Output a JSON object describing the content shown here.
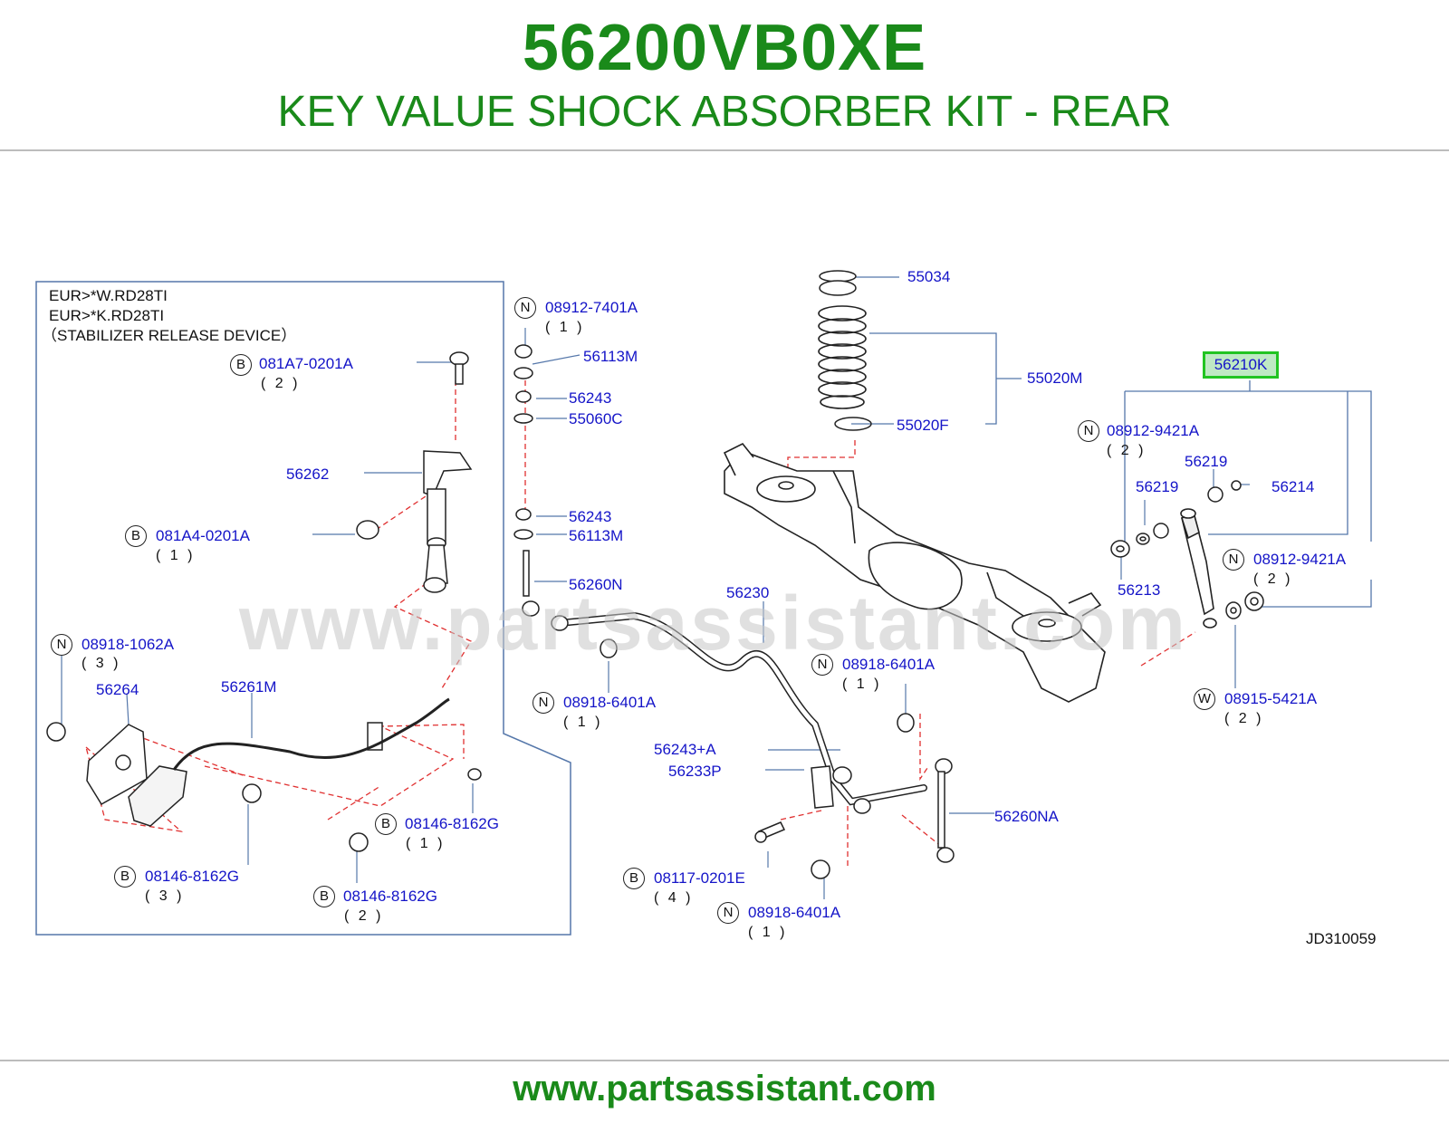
{
  "header": {
    "part_number": "56200VB0XE",
    "description": "KEY VALUE SHOCK ABSORBER KIT - REAR"
  },
  "footer": {
    "url": "www.partsassistant.com"
  },
  "watermark": "www.partsassistant.com",
  "inset": {
    "notes": [
      "EUR>*W.RD28TI",
      "EUR>*K.RD28TI",
      "（STABILIZER  RELEASE  DEVICE）"
    ]
  },
  "diagram_code": "JD310059",
  "highlighted_part": "56210K",
  "callouts": [
    {
      "prefix": "B",
      "part": "081A7-0201A",
      "qty": "( 2 )"
    },
    {
      "prefix": "",
      "part": "56262",
      "qty": ""
    },
    {
      "prefix": "B",
      "part": "081A4-0201A",
      "qty": "( 1 )"
    },
    {
      "prefix": "N",
      "part": "08918-1062A",
      "qty": "( 3 )"
    },
    {
      "prefix": "",
      "part": "56264",
      "qty": ""
    },
    {
      "prefix": "",
      "part": "56261M",
      "qty": ""
    },
    {
      "prefix": "B",
      "part": "08146-8162G",
      "qty": "( 1 )"
    },
    {
      "prefix": "B",
      "part": "08146-8162G",
      "qty": "( 3 )"
    },
    {
      "prefix": "B",
      "part": "08146-8162G",
      "qty": "( 2 )"
    },
    {
      "prefix": "N",
      "part": "08912-7401A",
      "qty": "( 1 )"
    },
    {
      "prefix": "",
      "part": "56113M",
      "qty": ""
    },
    {
      "prefix": "",
      "part": "56243",
      "qty": ""
    },
    {
      "prefix": "",
      "part": "55060C",
      "qty": ""
    },
    {
      "prefix": "",
      "part": "56243",
      "qty": ""
    },
    {
      "prefix": "",
      "part": "56113M",
      "qty": ""
    },
    {
      "prefix": "",
      "part": "56260N",
      "qty": ""
    },
    {
      "prefix": "",
      "part": "56230",
      "qty": ""
    },
    {
      "prefix": "N",
      "part": "08918-6401A",
      "qty": "( 1 )"
    },
    {
      "prefix": "N",
      "part": "08918-6401A",
      "qty": "( 1 )"
    },
    {
      "prefix": "",
      "part": "56243+A",
      "qty": ""
    },
    {
      "prefix": "",
      "part": "56233P",
      "qty": ""
    },
    {
      "prefix": "",
      "part": "56260NA",
      "qty": ""
    },
    {
      "prefix": "B",
      "part": "08117-0201E",
      "qty": "( 4 )"
    },
    {
      "prefix": "N",
      "part": "08918-6401A",
      "qty": "( 1 )"
    },
    {
      "prefix": "",
      "part": "55034",
      "qty": ""
    },
    {
      "prefix": "",
      "part": "55020M",
      "qty": ""
    },
    {
      "prefix": "",
      "part": "55020F",
      "qty": ""
    },
    {
      "prefix": "N",
      "part": "08912-9421A",
      "qty": "( 2 )"
    },
    {
      "prefix": "",
      "part": "56219",
      "qty": ""
    },
    {
      "prefix": "",
      "part": "56219",
      "qty": ""
    },
    {
      "prefix": "",
      "part": "56214",
      "qty": ""
    },
    {
      "prefix": "",
      "part": "56213",
      "qty": ""
    },
    {
      "prefix": "N",
      "part": "08912-9421A",
      "qty": "( 2 )"
    },
    {
      "prefix": "W",
      "part": "08915-5421A",
      "qty": "( 2 )"
    }
  ],
  "colors": {
    "brand_green": "#1a8a1a",
    "label_blue": "#1414c8",
    "highlight_border": "#22c422",
    "highlight_fill": "#bfe9c4",
    "dashed_red": "#e03030",
    "box_blue": "#5577aa"
  }
}
